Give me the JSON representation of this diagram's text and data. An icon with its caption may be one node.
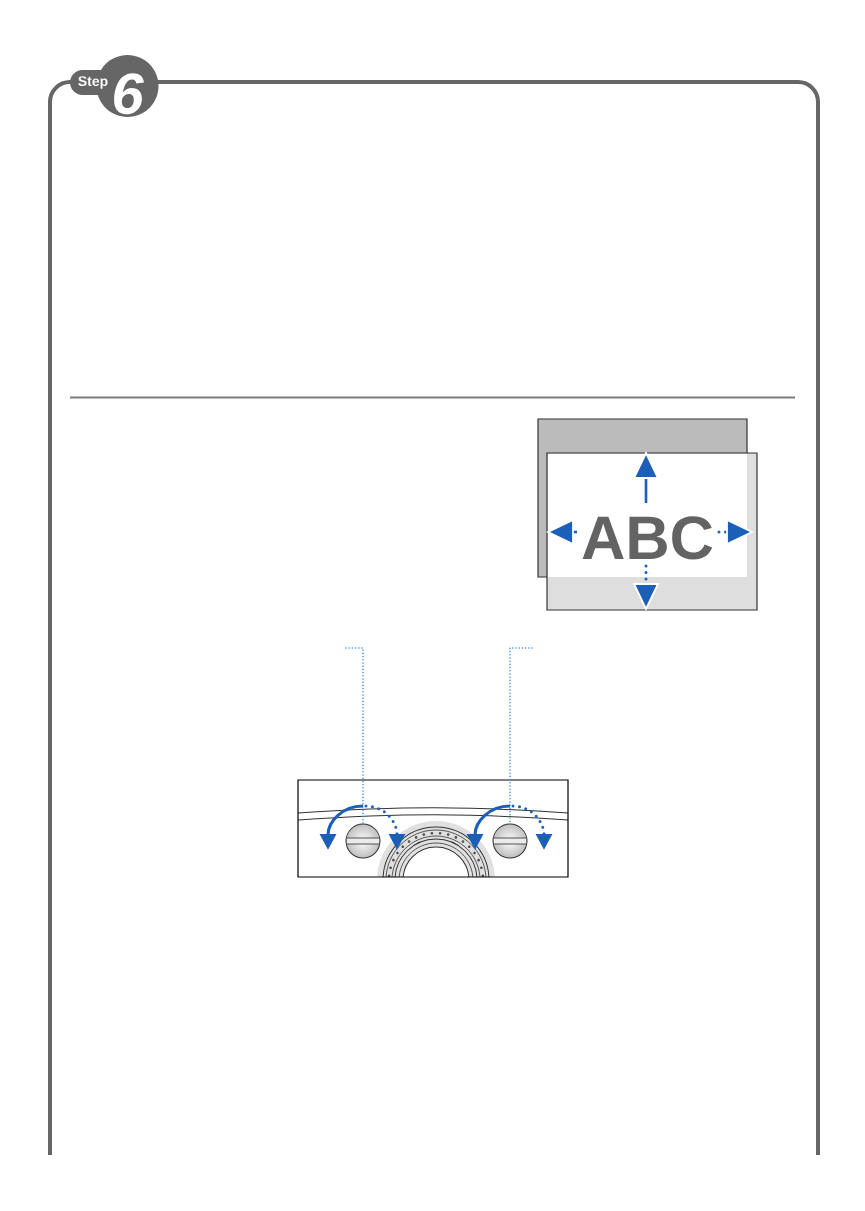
{
  "diagram": {
    "nodes": [
      {
        "text": [
          "Step",
          "6"
        ]
      },
      {
        "text": [
          "ABC"
        ]
      },
      {
        "text": [],
        "shape": "circle"
      },
      {
        "text": [],
        "shape": "circle"
      }
    ],
    "edges": [
      {
        "from": null,
        "to": 2,
        "arrow": "none",
        "style": "dashed"
      },
      {
        "from": null,
        "to": 3,
        "arrow": "none",
        "style": "dashed"
      }
    ]
  }
}
